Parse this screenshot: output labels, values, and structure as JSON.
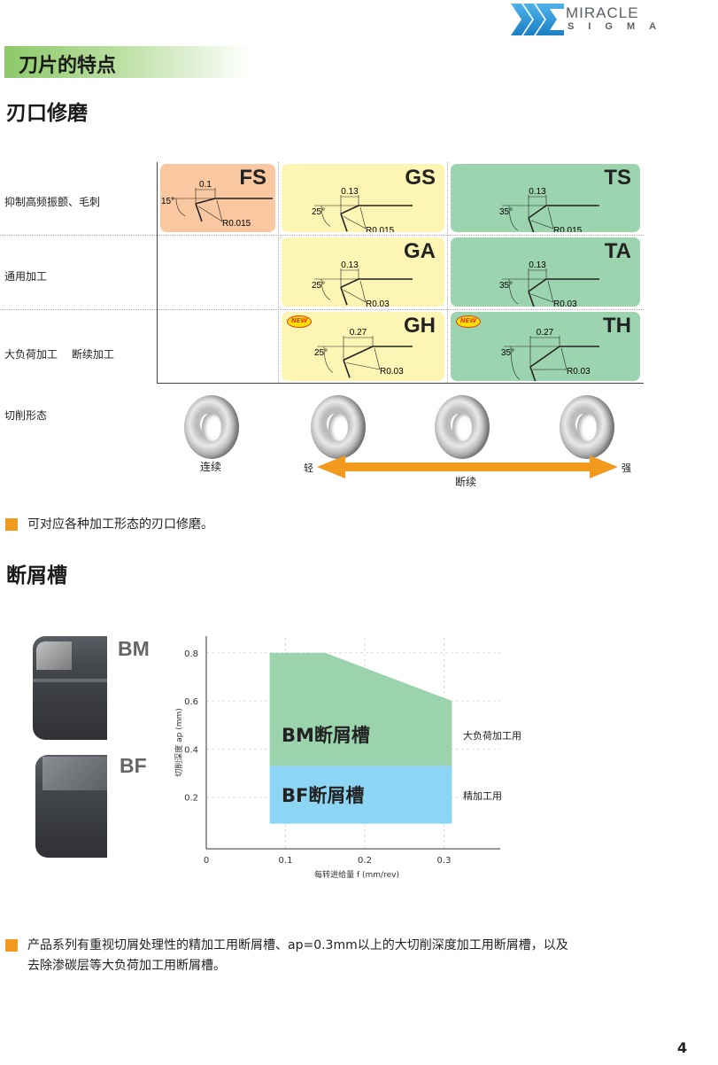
{
  "logo": {
    "line1": "MIRACLE",
    "line2": "SIGMA"
  },
  "section_band": "刀片的特点",
  "heading1": "刃口修磨",
  "rows": [
    "抑制高频振颤、毛刺",
    "通用加工",
    "大负荷加工　 断续加工"
  ],
  "cells": [
    {
      "code": "FS",
      "dim": "0.1",
      "angle": "15°",
      "radius": "R0.015",
      "new": false,
      "col": 0,
      "row": 0
    },
    {
      "code": "GS",
      "dim": "0.13",
      "angle": "25°",
      "radius": "R0.015",
      "new": false,
      "col": 1,
      "row": 0
    },
    {
      "code": "TS",
      "dim": "0.13",
      "angle": "35°",
      "radius": "R0.015",
      "new": false,
      "col": 2,
      "row": 0
    },
    {
      "code": "GA",
      "dim": "0.13",
      "angle": "25°",
      "radius": "R0.03",
      "new": false,
      "col": 1,
      "row": 1
    },
    {
      "code": "TA",
      "dim": "0.13",
      "angle": "35°",
      "radius": "R0.03",
      "new": false,
      "col": 2,
      "row": 1
    },
    {
      "code": "GH",
      "dim": "0.27",
      "angle": "25°",
      "radius": "R0.03",
      "new": true,
      "col": 1,
      "row": 2
    },
    {
      "code": "TH",
      "dim": "0.27",
      "angle": "35°",
      "radius": "R0.03",
      "new": true,
      "col": 2,
      "row": 2
    }
  ],
  "new_badge": "NEW",
  "colors": {
    "FS": "#f9c8a0",
    "G": "#fdf5b3",
    "T": "#9dd4b0",
    "accent": "#f39a1e"
  },
  "cutting": {
    "label": "切削形态",
    "continuous": "连续",
    "light": "轻",
    "strong": "强",
    "interrupted": "断续"
  },
  "note1": "可对应各种加工形态的刃口修磨。",
  "heading2": "断屑槽",
  "inserts": [
    {
      "label": "BM"
    },
    {
      "label": "BF"
    }
  ],
  "chart_data": {
    "type": "area",
    "xlabel": "每转进给量 f (mm/rev)",
    "ylabel": "切削深度 ap (mm)",
    "xlim": [
      0,
      0.37
    ],
    "ylim": [
      0,
      0.85
    ],
    "xticks": [
      "0",
      "0.1",
      "0.2",
      "0.3"
    ],
    "xtick_values": [
      0,
      0.1,
      0.2,
      0.3
    ],
    "yticks": [
      "0.2",
      "0.4",
      "0.6",
      "0.8"
    ],
    "ytick_values": [
      0.2,
      0.4,
      0.6,
      0.8
    ],
    "grid": true,
    "series": [
      {
        "name": "BM断屑槽",
        "use": "大负荷加工用",
        "color": "#9bd3ad",
        "polygon": [
          [
            0.08,
            0.33
          ],
          [
            0.08,
            0.8
          ],
          [
            0.15,
            0.8
          ],
          [
            0.31,
            0.6
          ],
          [
            0.31,
            0.33
          ]
        ]
      },
      {
        "name": "BF断屑槽",
        "use": "精加工用",
        "color": "#8dd5f5",
        "polygon": [
          [
            0.08,
            0.09
          ],
          [
            0.08,
            0.33
          ],
          [
            0.31,
            0.33
          ],
          [
            0.31,
            0.09
          ]
        ]
      }
    ]
  },
  "note2_line1": "产品系列有重视切屑处理性的精加工用断屑槽、ap=0.3mm以上的大切削深度加工用断屑槽，以及",
  "note2_line2": "去除渗碳层等大负荷加工用断屑槽。",
  "page_number": "4"
}
